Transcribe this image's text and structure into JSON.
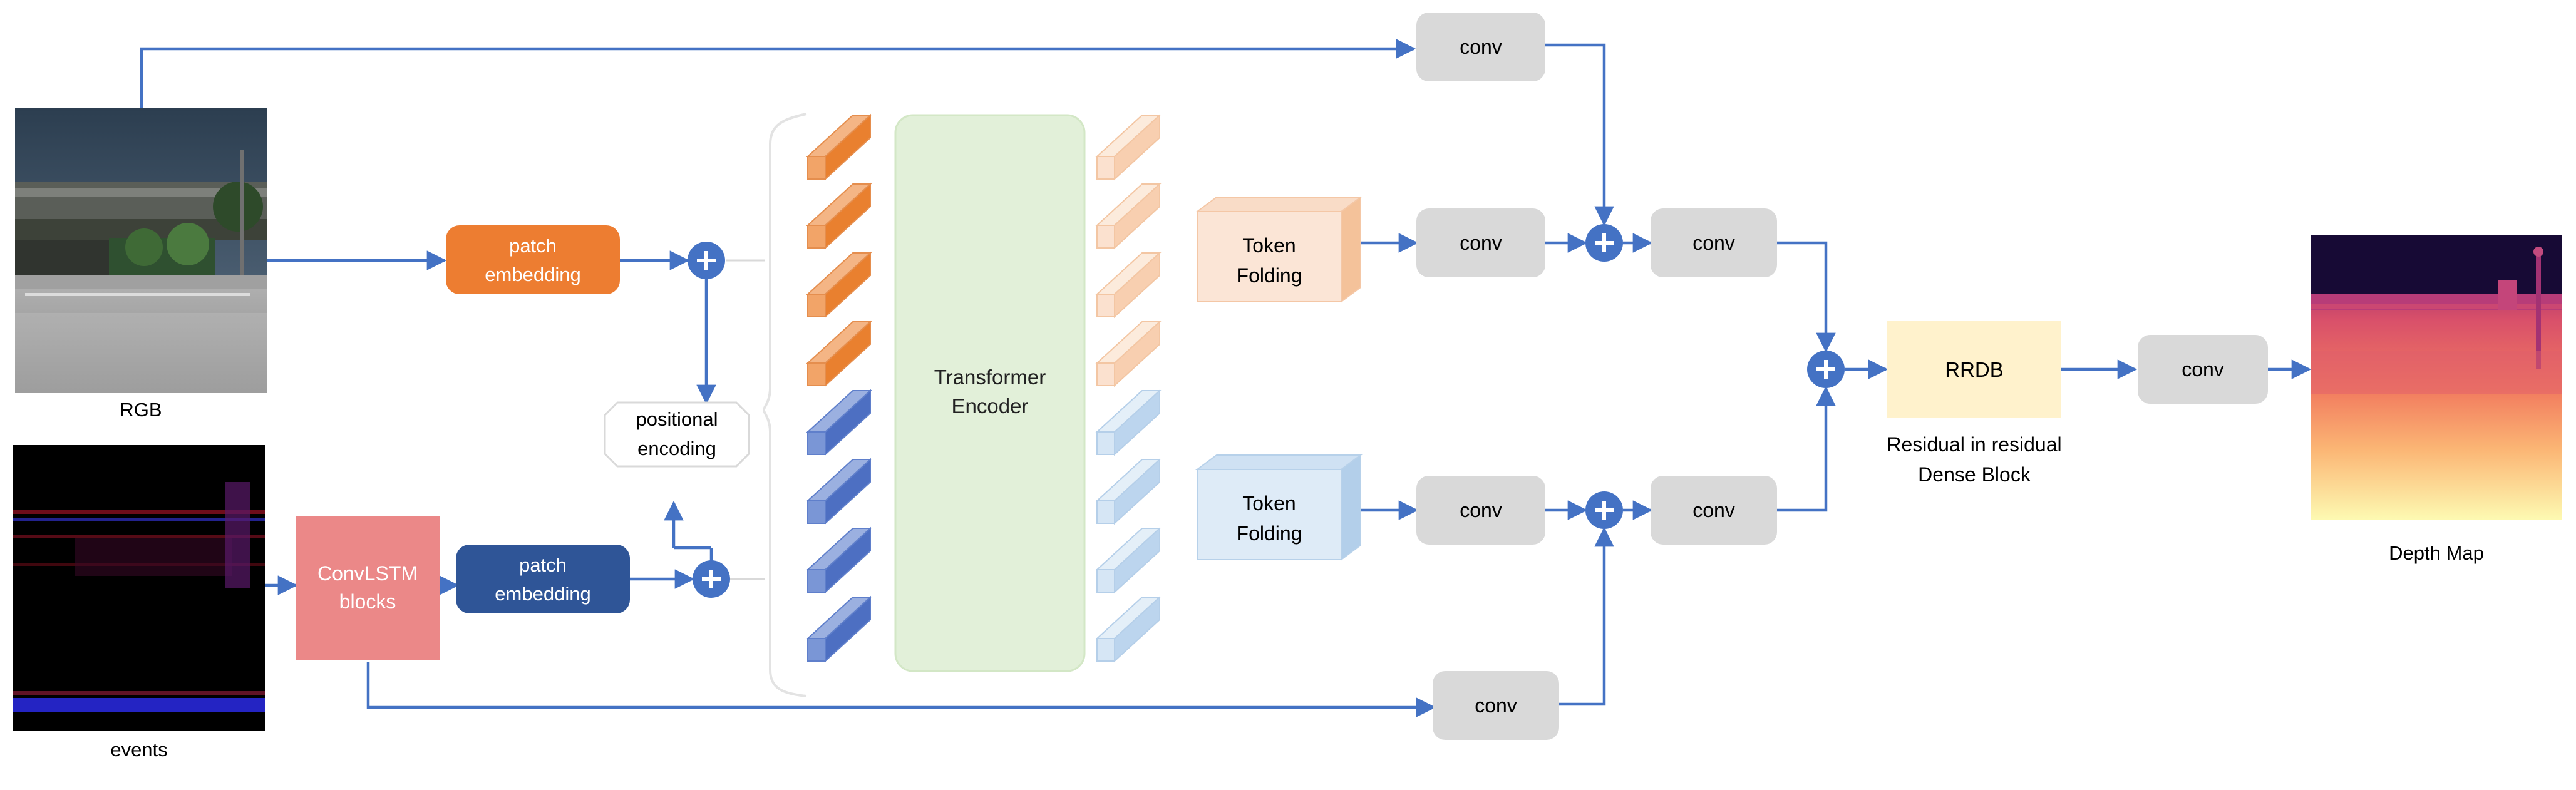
{
  "inputs": {
    "rgb_label": "RGB",
    "events_label": "events"
  },
  "blocks": {
    "patch_embedding_top": [
      "patch",
      "embedding"
    ],
    "patch_embedding_bottom": [
      "patch",
      "embedding"
    ],
    "positional_encoding": [
      "positional",
      "encoding"
    ],
    "convlstm": [
      "ConvLSTM",
      "blocks"
    ],
    "transformer": [
      "Transformer",
      "Encoder"
    ],
    "token_folding_top": [
      "Token",
      "Folding"
    ],
    "token_folding_bottom": [
      "Token",
      "Folding"
    ],
    "conv_label": "conv",
    "rrdb": "RRDB",
    "rrdb_caption": [
      "Residual in residual",
      "Dense Block"
    ]
  },
  "output": {
    "depth_label": "Depth Map"
  },
  "colors": {
    "arrow": "#4472C4",
    "orange": "#ED7D31",
    "orange_light": "#FBE5D6",
    "navy": "#2F5597",
    "blue_mid": "#6F8FD6",
    "blue_light": "#DEEBF7",
    "pink": "#EB8888",
    "green": "#E2F0D9",
    "gray": "#D9D9D9",
    "yellow": "#FFF2CC"
  }
}
